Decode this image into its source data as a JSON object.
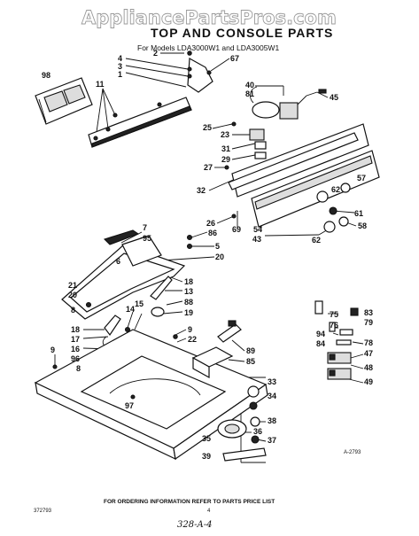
{
  "watermark": "AppliancePartsPros.com",
  "title": "TOP AND CONSOLE PARTS",
  "subtitle": "For Models LDA3000W1 and LDA3005W1",
  "footer_note": "FOR ORDERING INFORMATION REFER TO PARTS PRICE LIST",
  "doc_number": "372793",
  "page_number": "4",
  "handwritten": "328-A-4",
  "diagram_code": "A-2793",
  "callouts": [
    {
      "id": "c98",
      "text": "98"
    },
    {
      "id": "c2",
      "text": "2"
    },
    {
      "id": "c4",
      "text": "4"
    },
    {
      "id": "c3",
      "text": "3"
    },
    {
      "id": "c1",
      "text": "1"
    },
    {
      "id": "c67",
      "text": "67"
    },
    {
      "id": "c11",
      "text": "11"
    },
    {
      "id": "c40",
      "text": "40"
    },
    {
      "id": "c81",
      "text": "81"
    },
    {
      "id": "c45",
      "text": "45"
    },
    {
      "id": "c25",
      "text": "25"
    },
    {
      "id": "c23",
      "text": "23"
    },
    {
      "id": "c31",
      "text": "31"
    },
    {
      "id": "c29",
      "text": "29"
    },
    {
      "id": "c27",
      "text": "27"
    },
    {
      "id": "c32",
      "text": "32"
    },
    {
      "id": "c57",
      "text": "57"
    },
    {
      "id": "c62a",
      "text": "62"
    },
    {
      "id": "c61",
      "text": "61"
    },
    {
      "id": "c58",
      "text": "58"
    },
    {
      "id": "c26",
      "text": "26"
    },
    {
      "id": "c69",
      "text": "69"
    },
    {
      "id": "c54",
      "text": "54"
    },
    {
      "id": "c43",
      "text": "43"
    },
    {
      "id": "c62b",
      "text": "62"
    },
    {
      "id": "c7",
      "text": "7"
    },
    {
      "id": "c95",
      "text": "95"
    },
    {
      "id": "c86",
      "text": "86"
    },
    {
      "id": "c5",
      "text": "5"
    },
    {
      "id": "c20a",
      "text": "20"
    },
    {
      "id": "c6",
      "text": "6"
    },
    {
      "id": "c18a",
      "text": "18"
    },
    {
      "id": "c13",
      "text": "13"
    },
    {
      "id": "c21",
      "text": "21"
    },
    {
      "id": "c20b",
      "text": "20"
    },
    {
      "id": "c8",
      "text": "8"
    },
    {
      "id": "c88",
      "text": "88"
    },
    {
      "id": "c14",
      "text": "14"
    },
    {
      "id": "c15",
      "text": "15"
    },
    {
      "id": "c19",
      "text": "19"
    },
    {
      "id": "c18b",
      "text": "18"
    },
    {
      "id": "c17",
      "text": "17"
    },
    {
      "id": "c16",
      "text": "16"
    },
    {
      "id": "c96",
      "text": "96"
    },
    {
      "id": "c8b",
      "text": "8"
    },
    {
      "id": "c9a",
      "text": "9"
    },
    {
      "id": "c22",
      "text": "22"
    },
    {
      "id": "c9b",
      "text": "9"
    },
    {
      "id": "c89",
      "text": "89"
    },
    {
      "id": "c85",
      "text": "85"
    },
    {
      "id": "c75",
      "text": "75"
    },
    {
      "id": "c83",
      "text": "83"
    },
    {
      "id": "c76",
      "text": "76"
    },
    {
      "id": "c79",
      "text": "79"
    },
    {
      "id": "c94",
      "text": "94"
    },
    {
      "id": "c84",
      "text": "84"
    },
    {
      "id": "c78",
      "text": "78"
    },
    {
      "id": "c47",
      "text": "47"
    },
    {
      "id": "c48",
      "text": "48"
    },
    {
      "id": "c49",
      "text": "49"
    },
    {
      "id": "c33",
      "text": "33"
    },
    {
      "id": "c34",
      "text": "34"
    },
    {
      "id": "c97",
      "text": "97"
    },
    {
      "id": "c38",
      "text": "38"
    },
    {
      "id": "c36",
      "text": "36"
    },
    {
      "id": "c37",
      "text": "37"
    },
    {
      "id": "c35",
      "text": "35"
    },
    {
      "id": "c39",
      "text": "39"
    }
  ]
}
